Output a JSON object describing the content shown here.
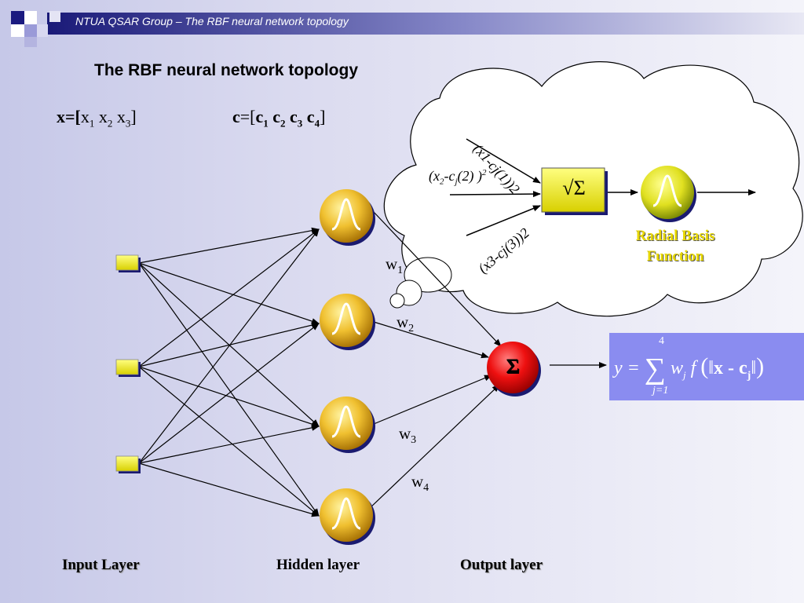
{
  "header": {
    "text": "NTUA QSAR Group – The RBF neural network topology"
  },
  "slide_title": "The RBF neural network topology",
  "vectors": {
    "x": {
      "head": "x=[",
      "i1": "x",
      "s1": "1",
      "i2": " x",
      "s2": "2",
      "i3": " x",
      "s3": "3",
      "tail": "]"
    },
    "c": {
      "head": "c",
      "eq": "=[",
      "i1": "c",
      "s1": "1",
      "i2": " c",
      "s2": "2",
      "i3": " c",
      "s3": "3",
      "i4": " c",
      "s4": "4",
      "tail": "]"
    }
  },
  "cloud": {
    "term1": "(x1-cj(1))2",
    "term2_a": "(x",
    "term2_s": "2",
    "term2_b": "-c",
    "term2_j": "j",
    "term2_c": "(2) )",
    "term2_p": "2",
    "term3": "(x3-cj(3))2",
    "sqrt_sum": "√Σ",
    "rbf_line1": "Radial Basis",
    "rbf_line2": "Function"
  },
  "weights": [
    {
      "w": "w",
      "sub": "1"
    },
    {
      "w": "w",
      "sub": "2"
    },
    {
      "w": "w",
      "sub": "3"
    },
    {
      "w": "w",
      "sub": "4"
    }
  ],
  "output_node": {
    "symbol": "Σ"
  },
  "formula": {
    "text": "y = Σ w_j f (‖x - c_j‖)",
    "sum_top": "4",
    "sum_bottom": "j=1"
  },
  "layers": {
    "input": "Input Layer",
    "hidden": "Hidden layer",
    "output": "Output layer"
  },
  "colors": {
    "node_yellow": "#f0e800",
    "gauss_gold": "#e0a820",
    "output_red": "#e81010",
    "formula_bg": "#8a8cf0",
    "rbf_text": "#e8d800"
  }
}
